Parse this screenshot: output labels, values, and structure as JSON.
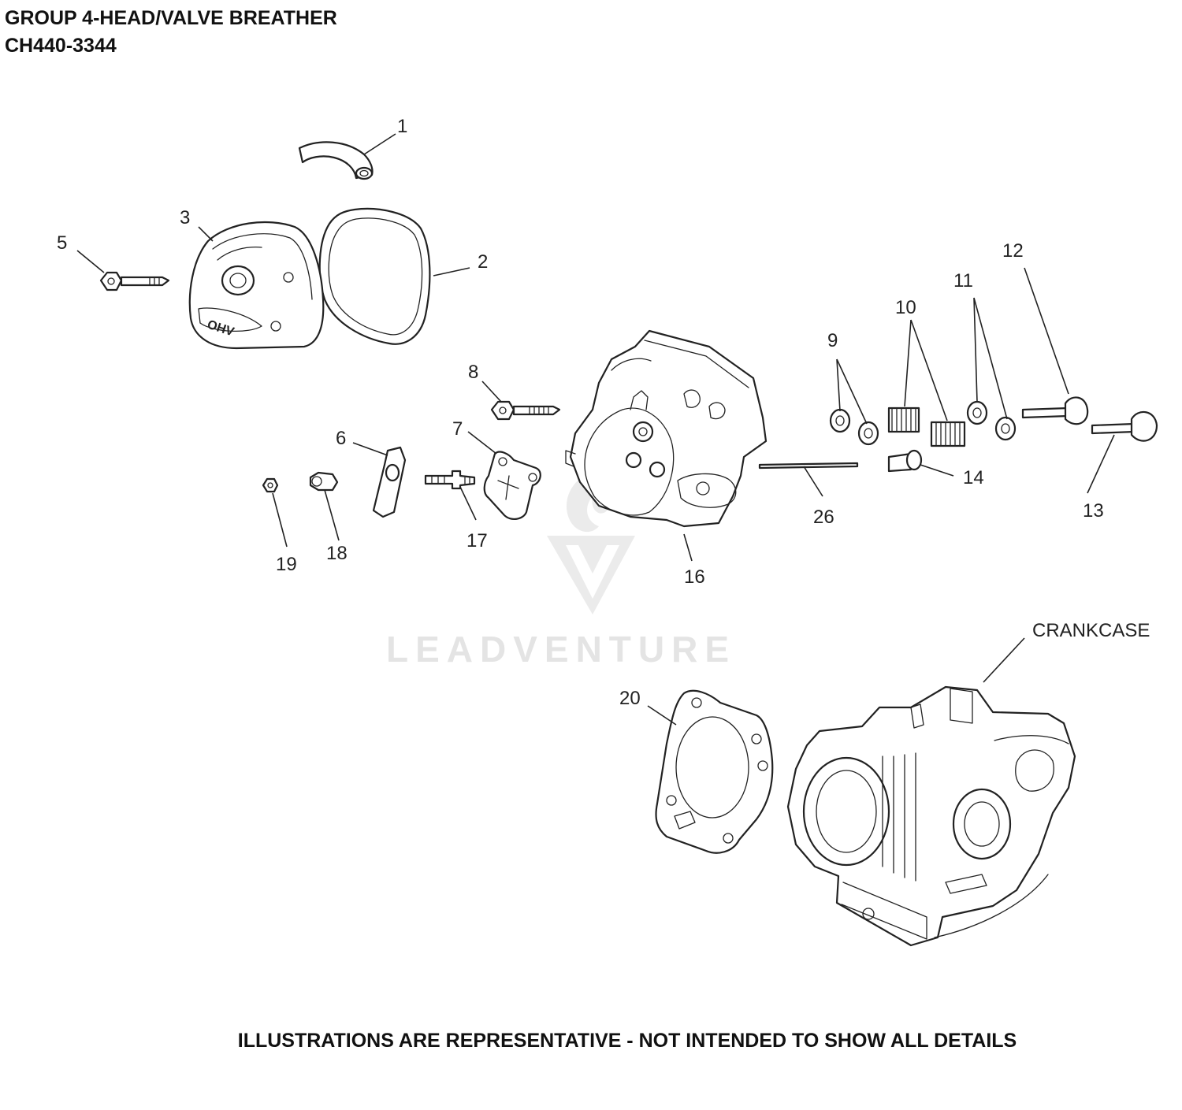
{
  "header": {
    "line1": "GROUP 4-HEAD/VALVE BREATHER",
    "line2": "CH440-3344"
  },
  "footer": {
    "note": "ILLUSTRATIONS ARE REPRESENTATIVE - NOT INTENDED TO SHOW ALL DETAILS"
  },
  "watermark": {
    "text": "LEADVENTURE"
  },
  "parts": {
    "p1": "1",
    "p2": "2",
    "p3": "3",
    "p5": "5",
    "p6": "6",
    "p7": "7",
    "p8": "8",
    "p9": "9",
    "p10": "10",
    "p11": "11",
    "p12": "12",
    "p13": "13",
    "p14": "14",
    "p16": "16",
    "p17": "17",
    "p18": "18",
    "p19": "19",
    "p20": "20",
    "p26": "26",
    "crankcase": "CRANKCASE"
  },
  "cover_emboss": "OHV"
}
